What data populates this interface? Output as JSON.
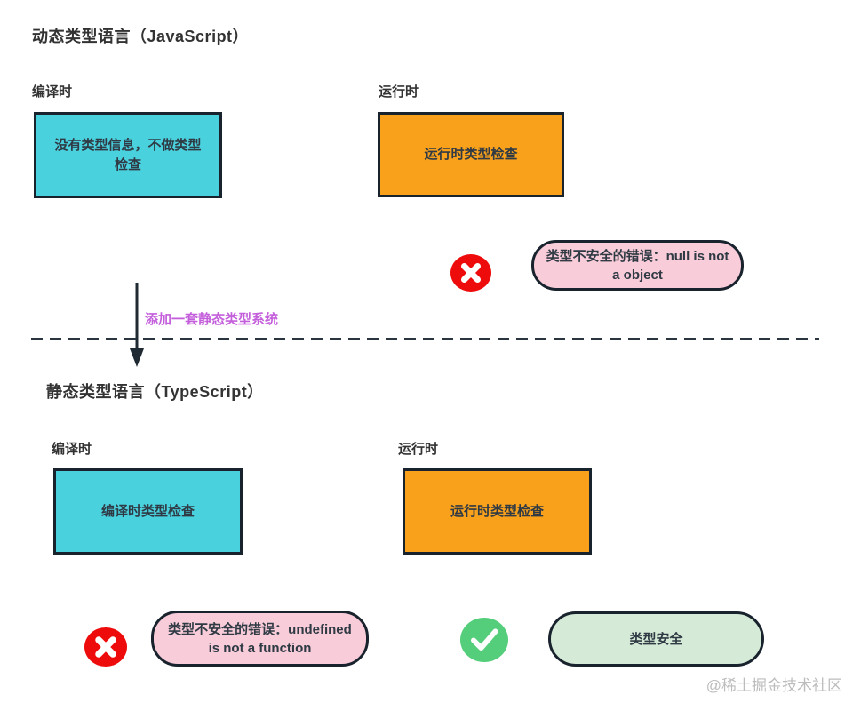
{
  "dynamic_section": {
    "title": "动态类型语言（JavaScript）",
    "compile_label": "编译时",
    "compile_box_text": "没有类型信息，不做类型检查",
    "runtime_label": "运行时",
    "runtime_box_text": "运行时类型检查",
    "error_text": "类型不安全的错误：null is not a object"
  },
  "transition": {
    "arrow_label": "添加一套静态类型系统"
  },
  "static_section": {
    "title": "静态类型语言（TypeScript）",
    "compile_label": "编译时",
    "compile_box_text": "编译时类型检查",
    "runtime_label": "运行时",
    "runtime_box_text": "运行时类型检查",
    "error_text": "类型不安全的错误：undefined is not a function",
    "safe_text": "类型安全"
  },
  "watermark": "@稀土掘金技术社区",
  "colors": {
    "compile_box_fill": "#4AD1DE",
    "runtime_box_fill": "#F9A11B",
    "error_pill_fill": "#F8CCD8",
    "safe_pill_fill": "#D6EBD7",
    "error_icon_red": "#EE0B0B",
    "success_icon_green": "#55CE7B",
    "outline_dark": "#19232D",
    "transition_label_purple": "#C45FDB"
  },
  "icons": {
    "error": "x-circle-icon",
    "success": "check-circle-icon",
    "arrow": "arrow-down-icon"
  }
}
